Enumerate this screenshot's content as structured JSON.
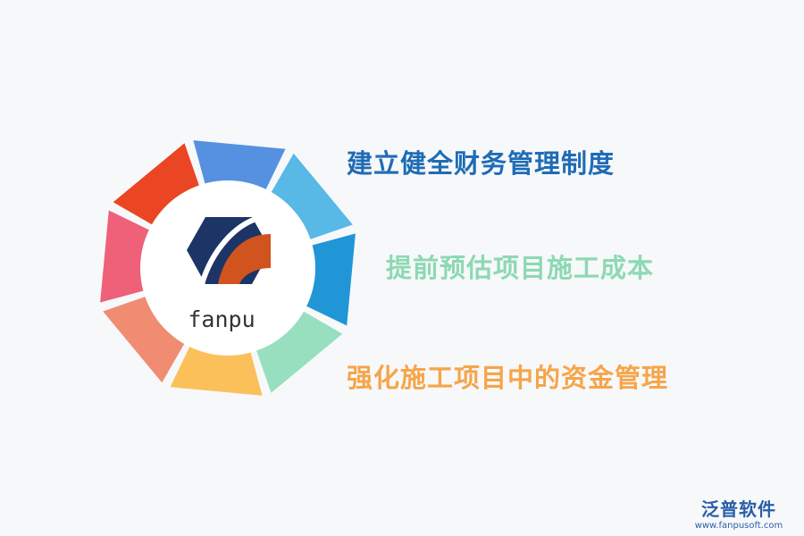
{
  "diagram": {
    "items": [
      {
        "text": "建立健全财务管理制度",
        "color": "#1f6cb5"
      },
      {
        "text": "提前预估项目施工成本",
        "color": "#8cd9b3"
      },
      {
        "text": "强化施工项目中的资金管理",
        "color": "#f6a54a"
      }
    ],
    "logo_text": "fanpu",
    "segment_colors": [
      "#5591e0",
      "#58b8e6",
      "#2096d6",
      "#97dfbf",
      "#fcc05a",
      "#f08c72",
      "#ef6079",
      "#ea4624"
    ]
  },
  "watermark": {
    "name": "泛普软件",
    "url": "www.fanpusoft.com"
  }
}
